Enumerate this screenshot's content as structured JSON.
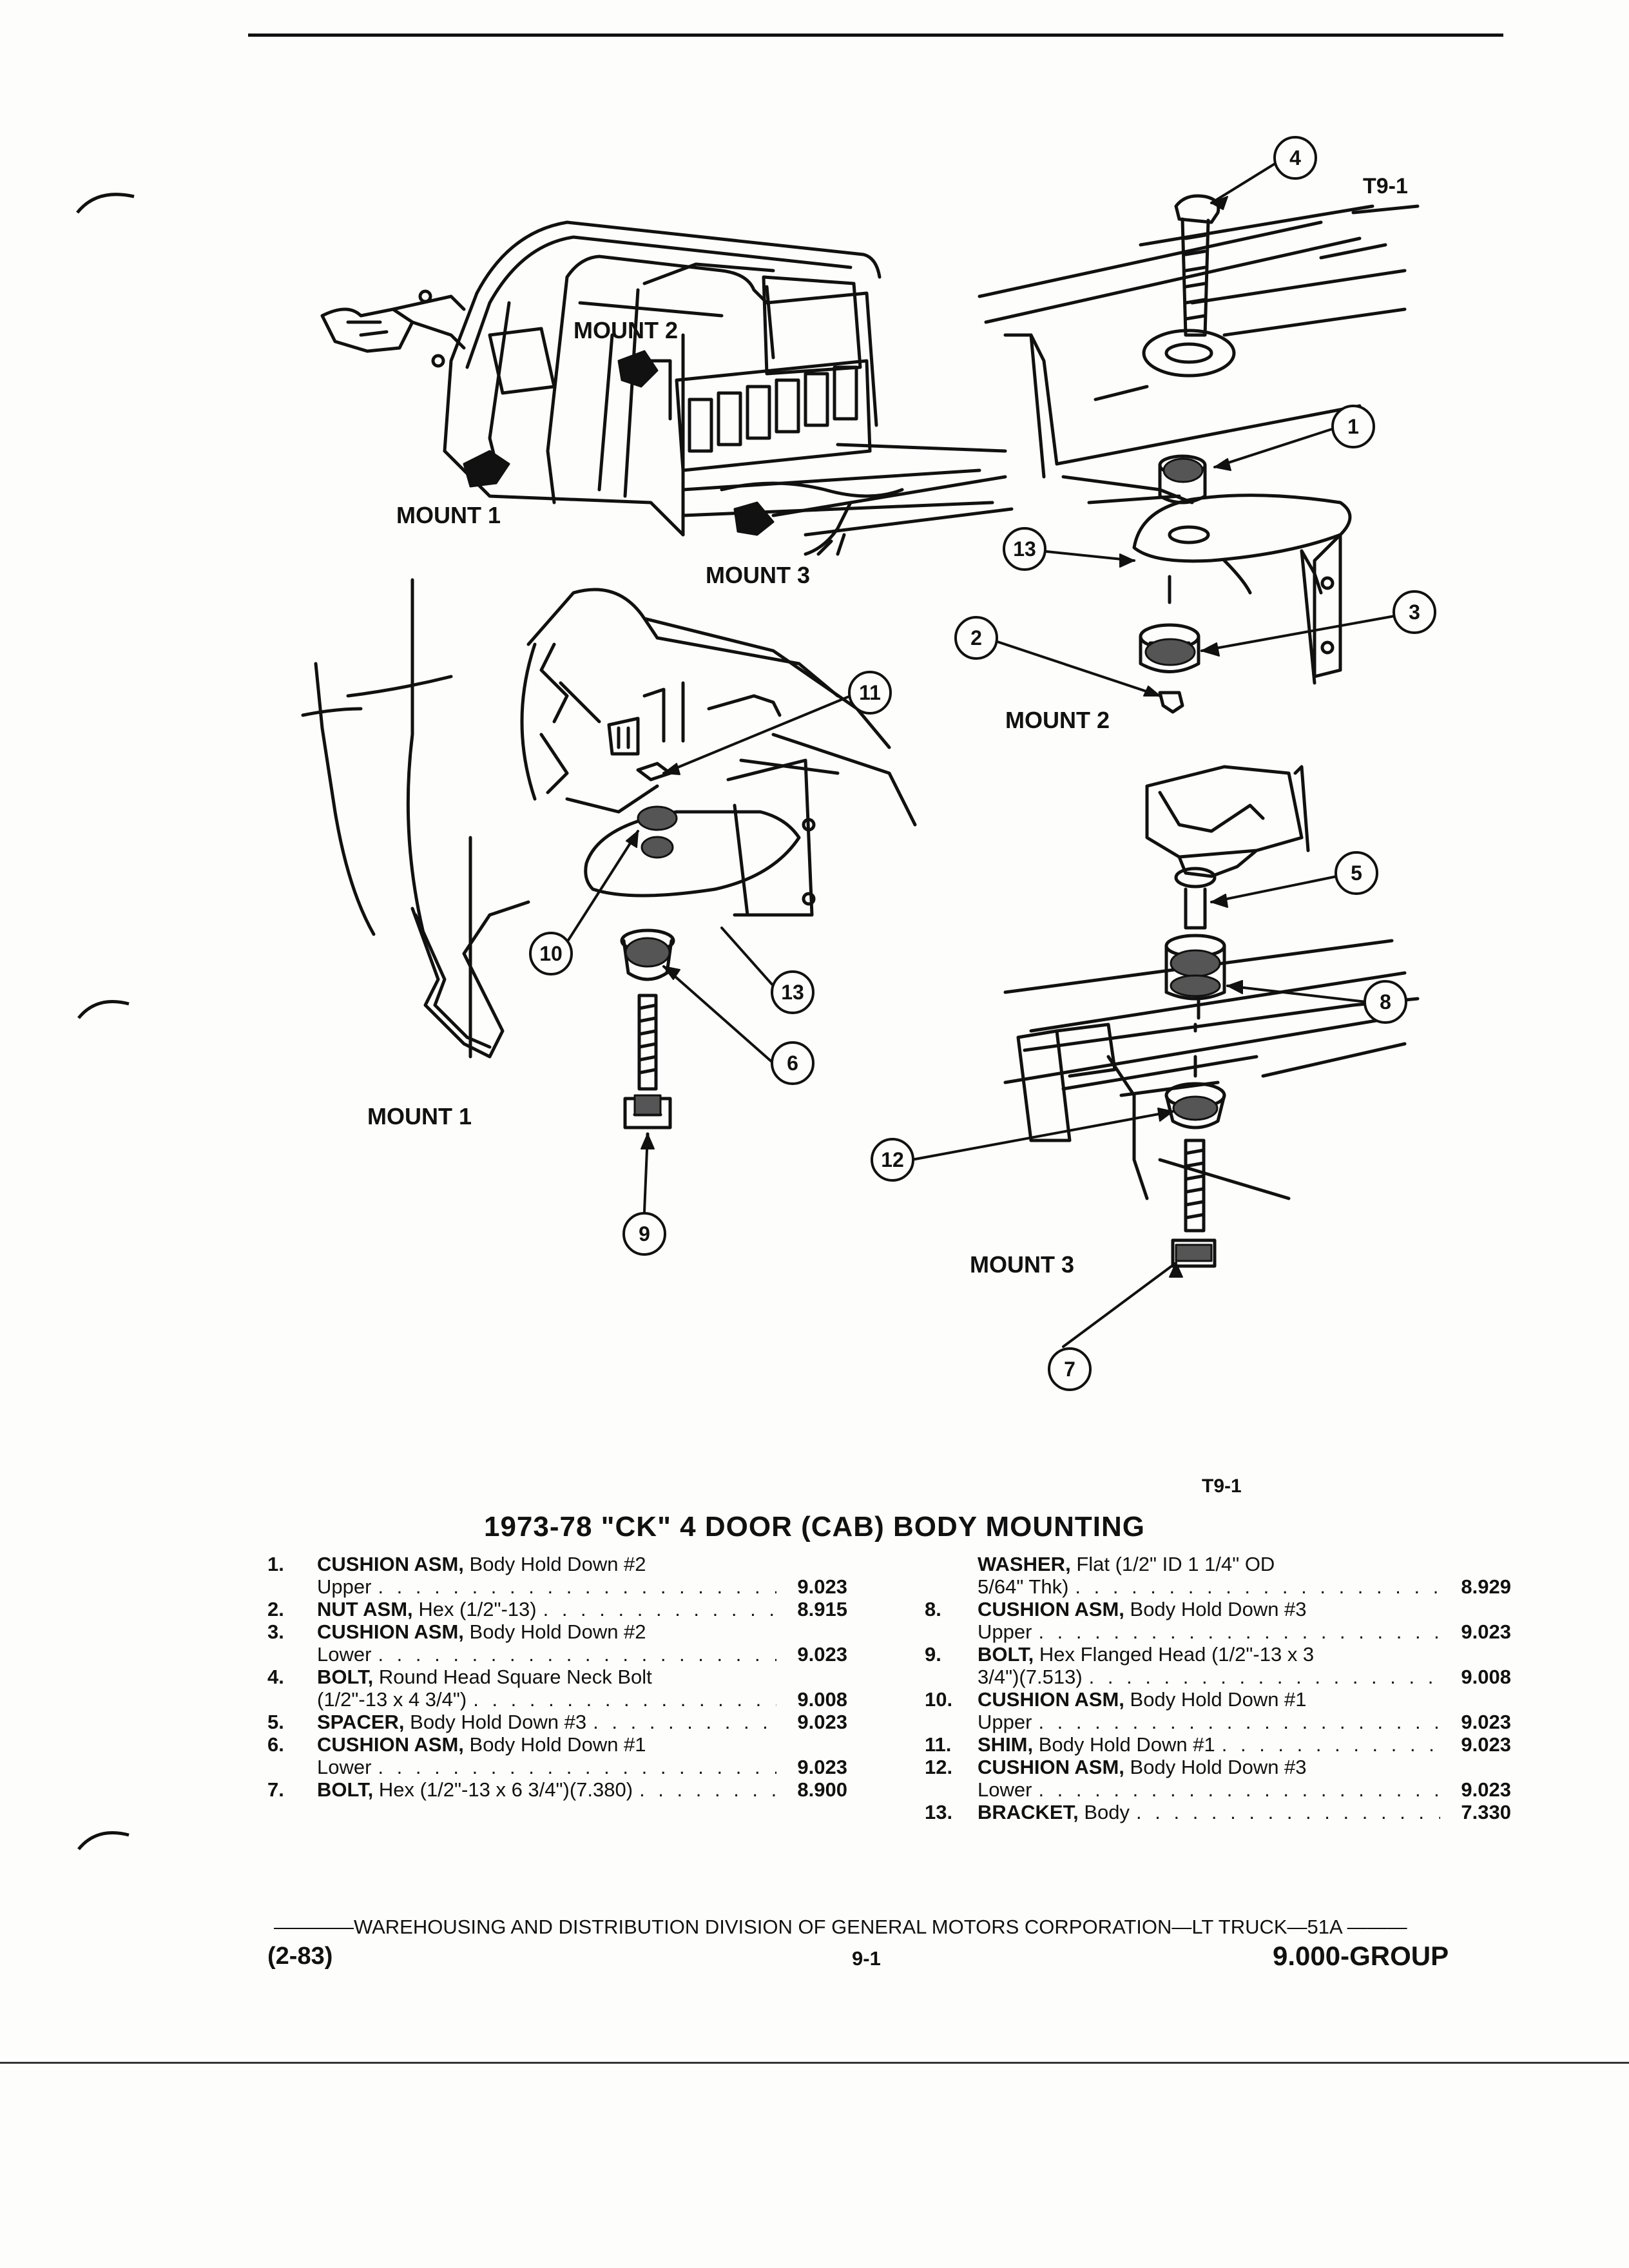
{
  "figure_ref_top": "T9-1",
  "figure_ref_bottom": "T9-1",
  "diagram": {
    "mount_labels": {
      "mount1_top": "MOUNT 1",
      "mount2_top": "MOUNT 2",
      "mount3_top": "MOUNT 3",
      "mount2_detail": "MOUNT 2",
      "mount1_detail": "MOUNT 1",
      "mount3_detail": "MOUNT 3"
    },
    "callouts": [
      "1",
      "2",
      "3",
      "4",
      "5",
      "6",
      "7",
      "8",
      "9",
      "10",
      "11",
      "12",
      "13"
    ]
  },
  "title": "1973-78 \"CK\" 4 DOOR (CAB) BODY MOUNTING",
  "parts_left": [
    {
      "num": "1.",
      "name": "CUSHION ASM,",
      "desc": "Body Hold Down #2",
      "sub": "Upper",
      "group": "9.023"
    },
    {
      "num": "2.",
      "name": "NUT ASM,",
      "desc": "Hex (1/2\"-13)",
      "sub": "",
      "group": "8.915"
    },
    {
      "num": "3.",
      "name": "CUSHION ASM,",
      "desc": "Body Hold Down #2",
      "sub": "Lower",
      "group": "9.023"
    },
    {
      "num": "4.",
      "name": "BOLT,",
      "desc": "Round Head Square Neck Bolt",
      "sub": "(1/2\"-13 x 4 3/4\")",
      "group": "9.008"
    },
    {
      "num": "5.",
      "name": "SPACER,",
      "desc": "Body Hold Down #3",
      "sub": "",
      "group": "9.023"
    },
    {
      "num": "6.",
      "name": "CUSHION ASM,",
      "desc": "Body Hold Down #1",
      "sub": "Lower",
      "group": "9.023"
    },
    {
      "num": "7.",
      "name": "BOLT,",
      "desc": "Hex (1/2\"-13 x 6 3/4\")(7.380)",
      "sub": "",
      "group": "8.900"
    }
  ],
  "parts_right": [
    {
      "num": "",
      "name": "WASHER,",
      "desc": "Flat (1/2\" ID 1 1/4\" OD",
      "sub": "5/64\" Thk)",
      "group": "8.929"
    },
    {
      "num": "8.",
      "name": "CUSHION ASM,",
      "desc": "Body Hold Down #3",
      "sub": "Upper",
      "group": "9.023"
    },
    {
      "num": "9.",
      "name": "BOLT,",
      "desc": "Hex Flanged Head (1/2\"-13 x 3",
      "sub": "3/4\")(7.513)",
      "group": "9.008"
    },
    {
      "num": "10.",
      "name": "CUSHION ASM,",
      "desc": "Body Hold Down #1",
      "sub": "Upper",
      "group": "9.023"
    },
    {
      "num": "11.",
      "name": "SHIM,",
      "desc": "Body Hold Down #1",
      "sub": "",
      "group": "9.023"
    },
    {
      "num": "12.",
      "name": "CUSHION ASM,",
      "desc": "Body Hold Down #3",
      "sub": "Lower",
      "group": "9.023"
    },
    {
      "num": "13.",
      "name": "BRACKET,",
      "desc": "Body",
      "sub": "",
      "group": "7.330"
    }
  ],
  "footer": {
    "line": "————WAREHOUSING AND DISTRIBUTION  DIVISION OF GENERAL MOTORS CORPORATION—LT TRUCK—51A  ———",
    "date": "(2-83)",
    "page": "9-1",
    "group": "9.000-GROUP"
  }
}
